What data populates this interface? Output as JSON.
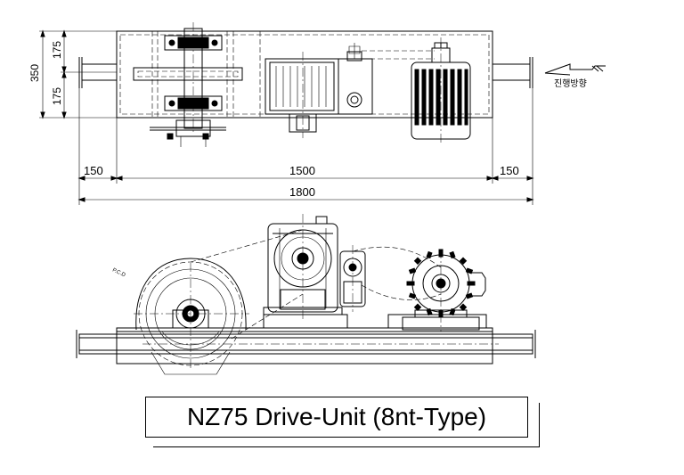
{
  "title": "NZ75 Drive-Unit (8nt-Type)",
  "dimensions": {
    "height_total": "350",
    "height_top": "175",
    "height_bottom": "175",
    "left_extension": "150",
    "frame_length": "1500",
    "right_extension": "150",
    "overall_length": "1800"
  },
  "direction_label": "진행방향",
  "pcd_label": "P.C.D"
}
